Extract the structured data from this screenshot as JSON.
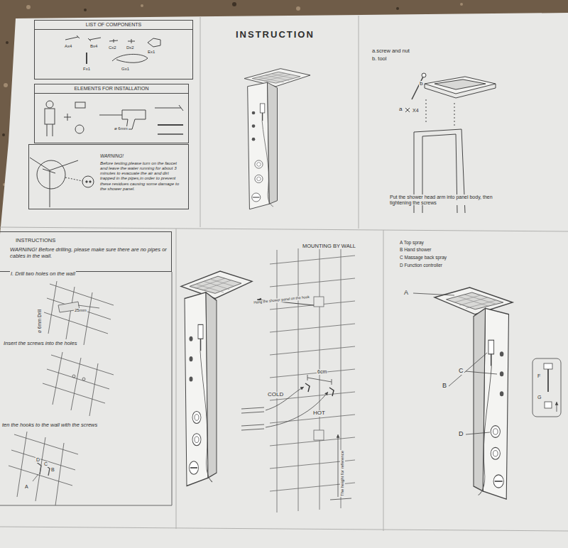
{
  "diagram": {
    "title": "INSTRUCTION",
    "nodes": [
      {
        "text": [
          "LIST OF COMPONENTS"
        ]
      },
      {
        "text": [
          "ELEMENTS FOR INSTALLATION"
        ]
      },
      {
        "text": [
          "WARNING!",
          "Before testing,please turn on the faucet and leave the water running for about 3 minutes to evacuate the air and dirt trapped in the pipes,in order to prevent these residues causing some damage to the shower panel."
        ]
      },
      {
        "text": [
          "INSTRUCTIONS",
          "WARNING! Before drilling, please make sure there are no pipes or cables in the wall."
        ]
      }
    ],
    "labels": [
      "Ax4",
      "Bx4",
      "Cx2",
      "Dx2",
      "Ex1",
      "Fx1",
      "Gx1",
      "ø 6mm",
      "a.screw and nut",
      "b. tool",
      "b",
      "a",
      "X4",
      "Put the shower head arm into panel body, then tightening the screws",
      "MOUNTING BY WALL",
      "I. Drill two holes on the wall",
      "ø 6mm Drill",
      "25mm",
      "Insert the screws into the holes",
      "ten the hooks to the wall with the screws",
      "D",
      "C",
      "B",
      "A",
      "Hang the shower panel on the hook",
      "6cm",
      "COLD",
      "HOT",
      "The height for reference",
      "A Top spray",
      "B Hand shower",
      "C Massage back spray",
      "D Function controller",
      "A",
      "C",
      "B",
      "D",
      "F",
      "G"
    ]
  }
}
